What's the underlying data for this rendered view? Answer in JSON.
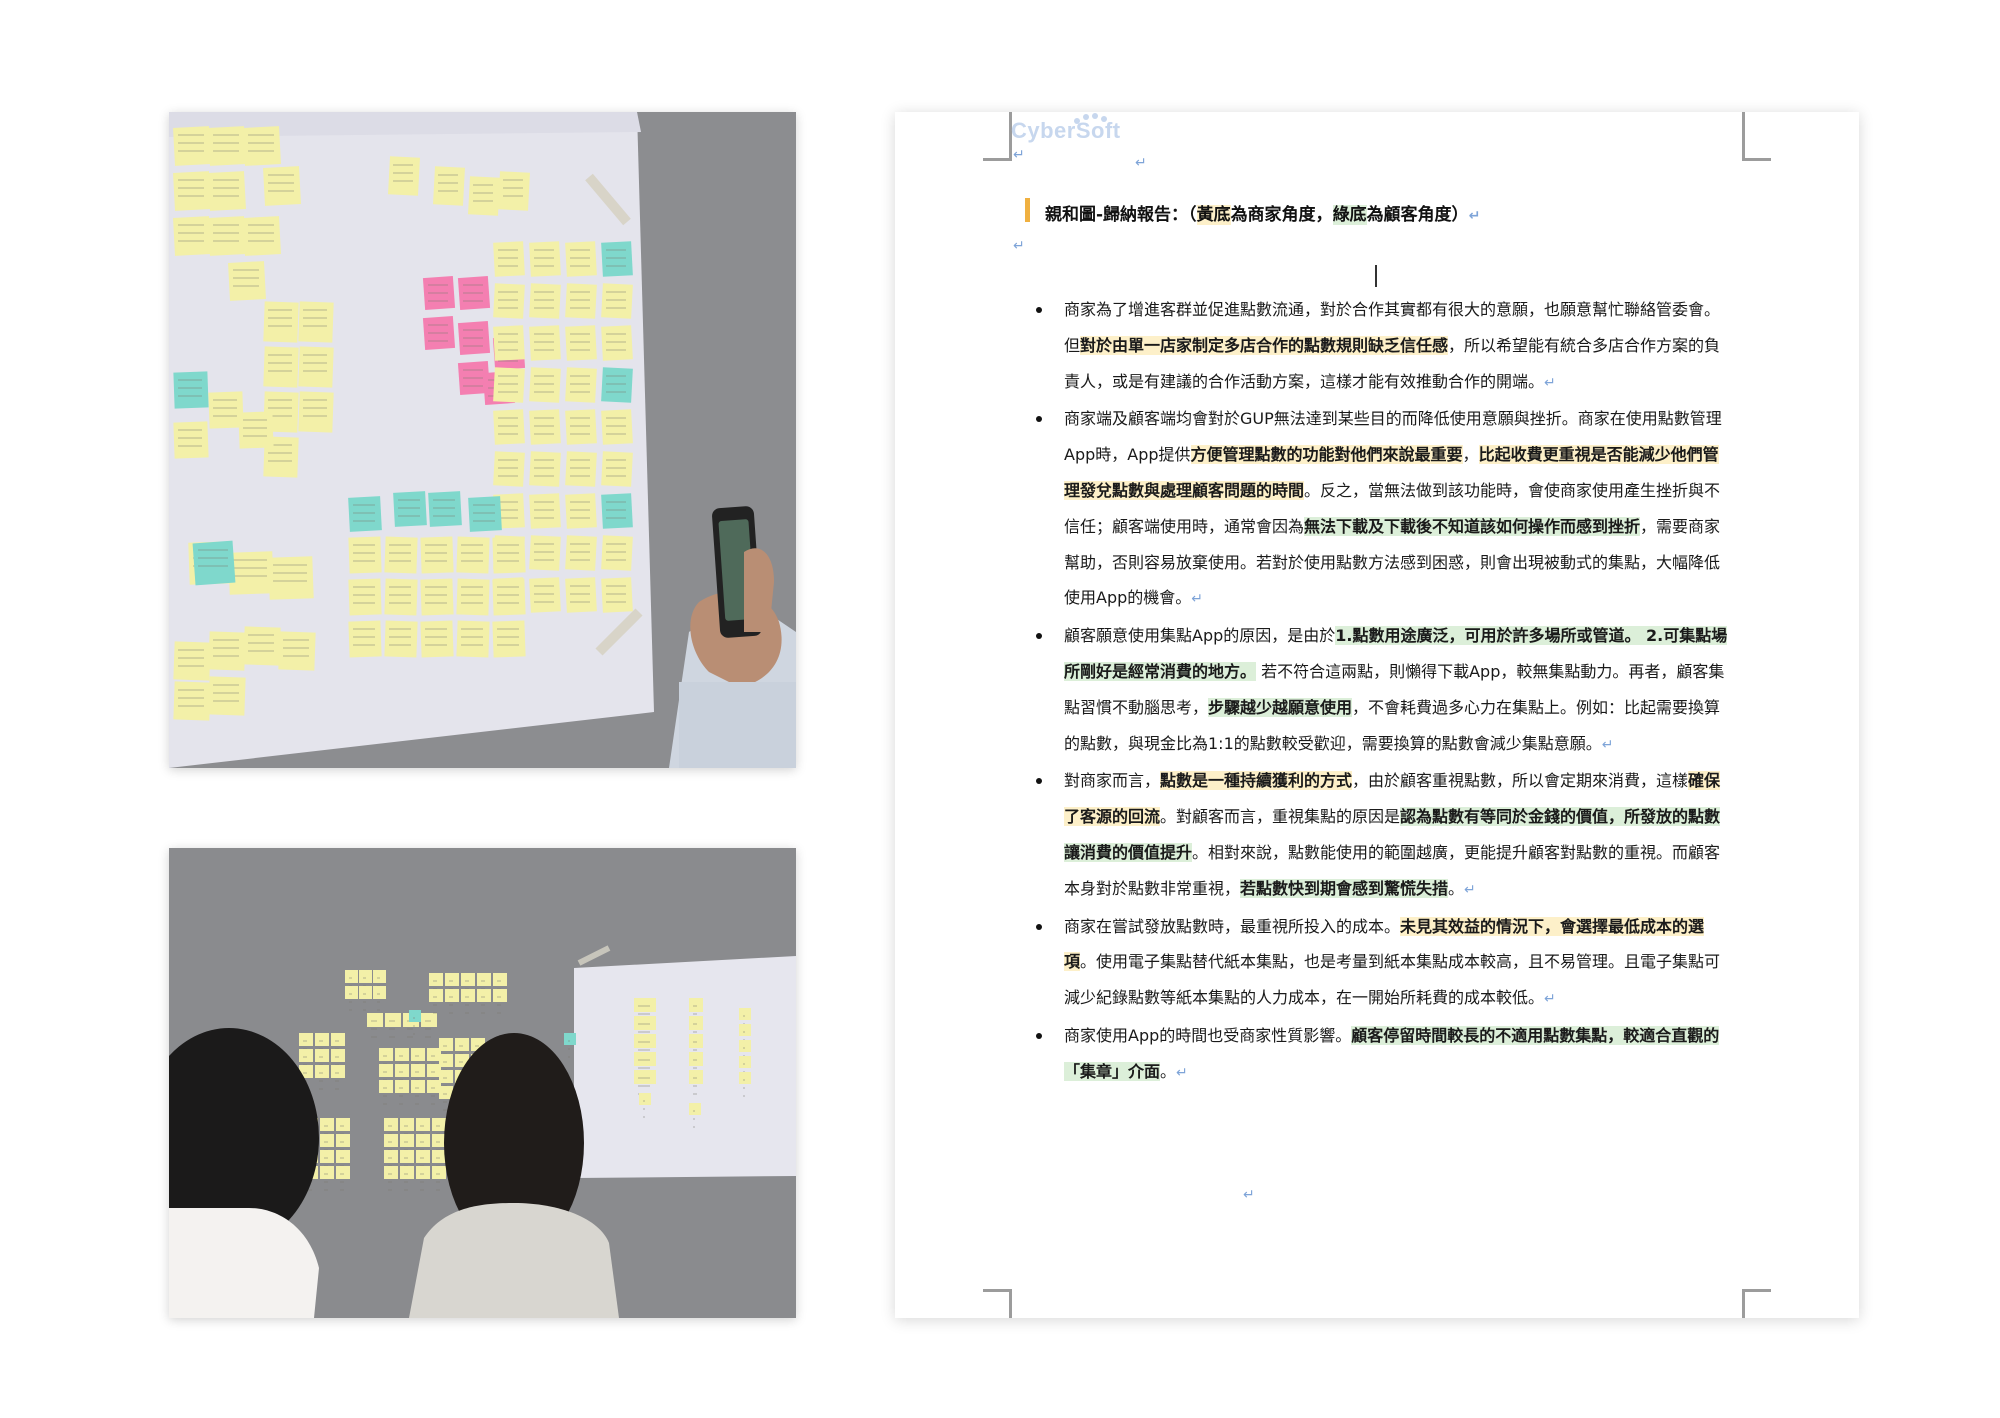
{
  "document": {
    "logo": "CyberSoft",
    "title": {
      "prefix": "親和圖-歸納報告：（",
      "yellow_label": "黃底",
      "mid1": "為商家角度，",
      "green_label": "綠底",
      "mid2": "為顧客角度）"
    },
    "return_mark": "↵",
    "highlight_colors": {
      "merchant": "#fdf0c9",
      "customer": "#dcefd9"
    },
    "bullets": [
      {
        "segments": [
          {
            "text": "商家為了增進客群並促進點數流通，對於合作其實都有很大的意願，也願意幫忙聯絡管委會。但"
          },
          {
            "text": "對於由單一店家制定多店合作的點數規則缺乏信任感",
            "hl": "y"
          },
          {
            "text": "，所以希望能有統合多店合作方案的負責人，或是有建議的合作活動方案，這樣才能有效推動合作的開端。"
          }
        ]
      },
      {
        "segments": [
          {
            "text": "商家端及顧客端均會對於GUP無法達到某些目的而降低使用意願與挫折。商家在使用點數管理App時，App提供"
          },
          {
            "text": "方便管理點數的功能對他們來說最重要",
            "hl": "y"
          },
          {
            "text": "，"
          },
          {
            "text": "比起收費更重視是否能減少他們管理發兌點數與處理顧客問題的時間",
            "hl": "y"
          },
          {
            "text": "。反之，當無法做到該功能時，會使商家使用產生挫折與不信任；顧客端使用時，通常會因為"
          },
          {
            "text": "無法下載及下載後不知道該如何操作而感到挫折",
            "hl": "g"
          },
          {
            "text": "，需要商家幫助，否則容易放棄使用。若對於使用點數方法感到困惑，則會出現被動式的集點，大幅降低使用App的機會。"
          }
        ]
      },
      {
        "segments": [
          {
            "text": "顧客願意使用集點App的原因，是由於"
          },
          {
            "text": "1.點數用途廣泛，可用於許多場所或管道。 2.可集點場所剛好是經常消費的地方。",
            "hl": "g"
          },
          {
            "text": " 若不符合這兩點，則懶得下載App，較無集點動力。再者，顧客集點習慣不動腦思考，"
          },
          {
            "text": "步驟越少越願意使用",
            "hl": "g"
          },
          {
            "text": "，不會耗費過多心力在集點上。例如：比起需要換算的點數，與現金比為1:1的點數較受歡迎，需要換算的點數會減少集點意願。"
          }
        ]
      },
      {
        "segments": [
          {
            "text": "對商家而言，"
          },
          {
            "text": "點數是一種持續獲利的方式",
            "hl": "y"
          },
          {
            "text": "，由於顧客重視點數，所以會定期來消費，這樣"
          },
          {
            "text": "確保了客源的回流",
            "hl": "y"
          },
          {
            "text": "。對顧客而言，重視集點的原因是"
          },
          {
            "text": "認為點數有等同於金錢的價值，所發放的點數讓消費的價值提升",
            "hl": "g"
          },
          {
            "text": "。相對來說，點數能使用的範圍越廣，更能提升顧客對點數的重視。而顧客本身對於點數非常重視，"
          },
          {
            "text": "若點數快到期會感到驚慌失措",
            "hl": "g"
          },
          {
            "text": "。"
          }
        ]
      },
      {
        "segments": [
          {
            "text": "商家在嘗試發放點數時，最重視所投入的成本。"
          },
          {
            "text": "未見其效益的情況下，會選擇最低成本的選項",
            "hl": "y"
          },
          {
            "text": "。使用電子集點替代紙本集點，也是考量到紙本集點成本較高，且不易管理。且電子集點可減少紀錄點數等紙本集點的人力成本，在一開始所耗費的成本較低。"
          }
        ]
      },
      {
        "segments": [
          {
            "text": "商家使用App的時間也受商家性質影響。"
          },
          {
            "text": "顧客停留時間較長的不適用點數集點，較適合直觀的「集章」介面",
            "hl": "g"
          },
          {
            "text": "。"
          }
        ]
      }
    ]
  },
  "photos": {
    "top": {
      "subject": "wall-with-sticky-notes-and-phone"
    },
    "bottom": {
      "subject": "two-people-arranging-sticky-notes"
    }
  }
}
